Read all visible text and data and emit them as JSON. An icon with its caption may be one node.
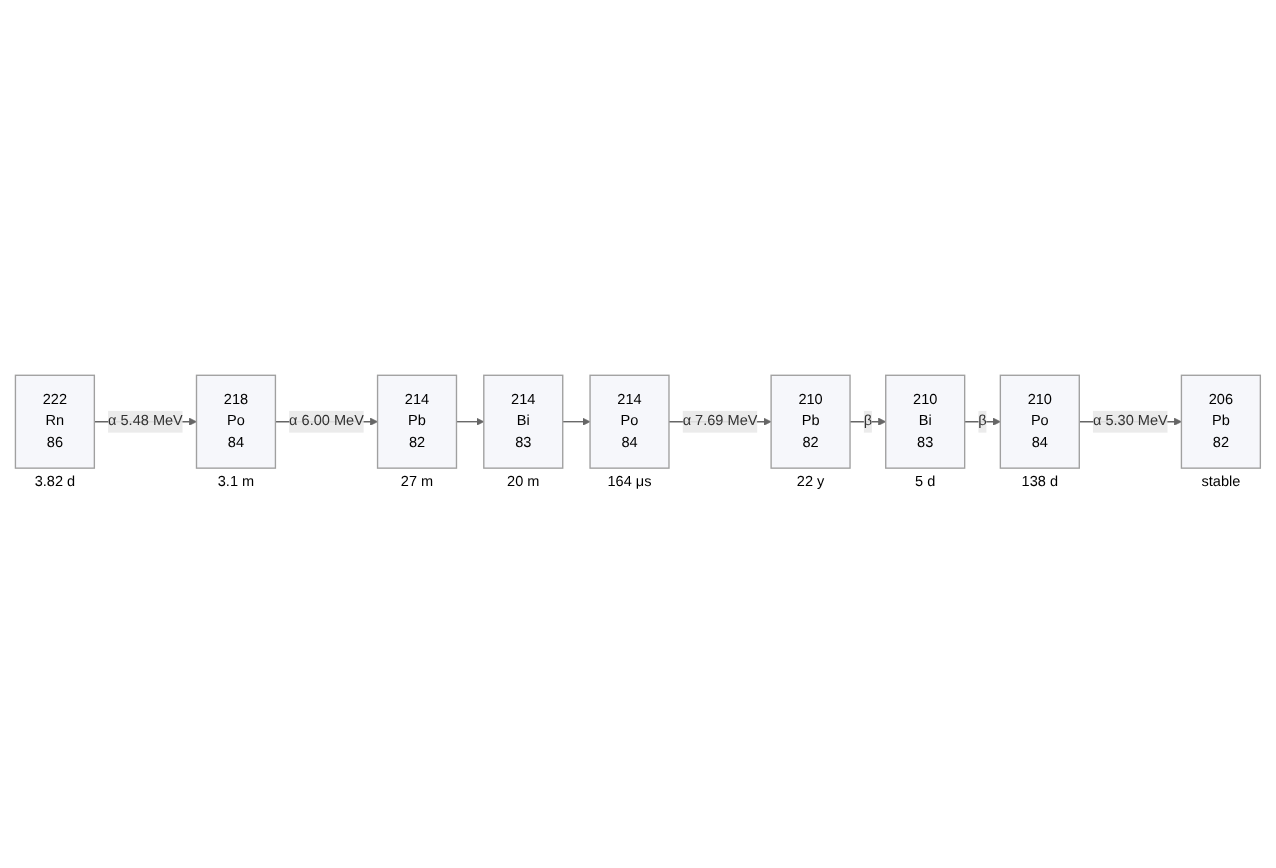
{
  "diagram": {
    "nodes": [
      {
        "text": [
          "222",
          "Rn",
          "86"
        ],
        "beside": [
          "3.82 d"
        ]
      },
      {
        "text": [
          "218",
          "Po",
          "84"
        ],
        "beside": [
          "3.1 m"
        ]
      },
      {
        "text": [
          "214",
          "Pb",
          "82"
        ],
        "beside": [
          "27 m"
        ]
      },
      {
        "text": [
          "214",
          "Bi",
          "83"
        ],
        "beside": [
          "20 m"
        ]
      },
      {
        "text": [
          "214",
          "Po",
          "84"
        ],
        "beside": [
          "164 μs"
        ]
      },
      {
        "text": [
          "210",
          "Pb",
          "82"
        ],
        "beside": [
          "22 y"
        ]
      },
      {
        "text": [
          "210",
          "Bi",
          "83"
        ],
        "beside": [
          "5 d"
        ]
      },
      {
        "text": [
          "210",
          "Po",
          "84"
        ],
        "beside": [
          "138 d"
        ]
      },
      {
        "text": [
          "206",
          "Pb",
          "82"
        ],
        "beside": [
          "stable"
        ]
      }
    ],
    "edges": [
      {
        "from": 0,
        "to": 1,
        "arrow": "to",
        "label": "α 5.48 MeV"
      },
      {
        "from": 1,
        "to": 2,
        "arrow": "to",
        "label": "α 6.00 MeV"
      },
      {
        "from": 2,
        "to": 3,
        "arrow": "to"
      },
      {
        "from": 3,
        "to": 4,
        "arrow": "to"
      },
      {
        "from": 4,
        "to": 5,
        "arrow": "to",
        "label": "α 7.69 MeV"
      },
      {
        "from": 5,
        "to": 6,
        "arrow": "to",
        "label": "β"
      },
      {
        "from": 6,
        "to": 7,
        "arrow": "to",
        "label": "β"
      },
      {
        "from": 7,
        "to": 8,
        "arrow": "to",
        "label": "α 5.30 MeV"
      }
    ]
  }
}
